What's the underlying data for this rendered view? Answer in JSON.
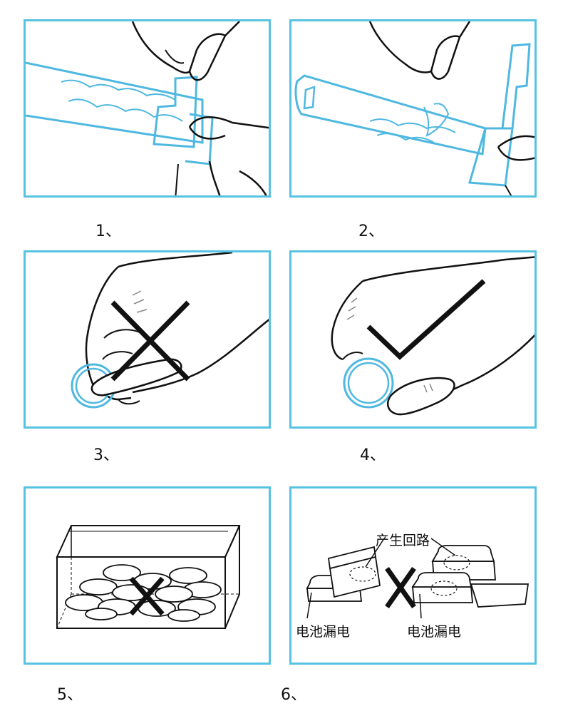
{
  "steps": [
    {
      "label": "1、"
    },
    {
      "label": "2、"
    },
    {
      "label": "3、",
      "mark": "wrong"
    },
    {
      "label": "4、",
      "mark": "right"
    },
    {
      "label": "5、",
      "mark": "wrong"
    },
    {
      "label": "6、",
      "mark": "wrong"
    }
  ],
  "panel6": {
    "short_circuit": "产生回路",
    "leak_left": "电池漏电",
    "leak_right": "电池漏电"
  },
  "colors": {
    "frame": "#57c3e3",
    "sketch_blue": "#4fb8e0",
    "ink": "#111111",
    "mark": "#111111"
  }
}
